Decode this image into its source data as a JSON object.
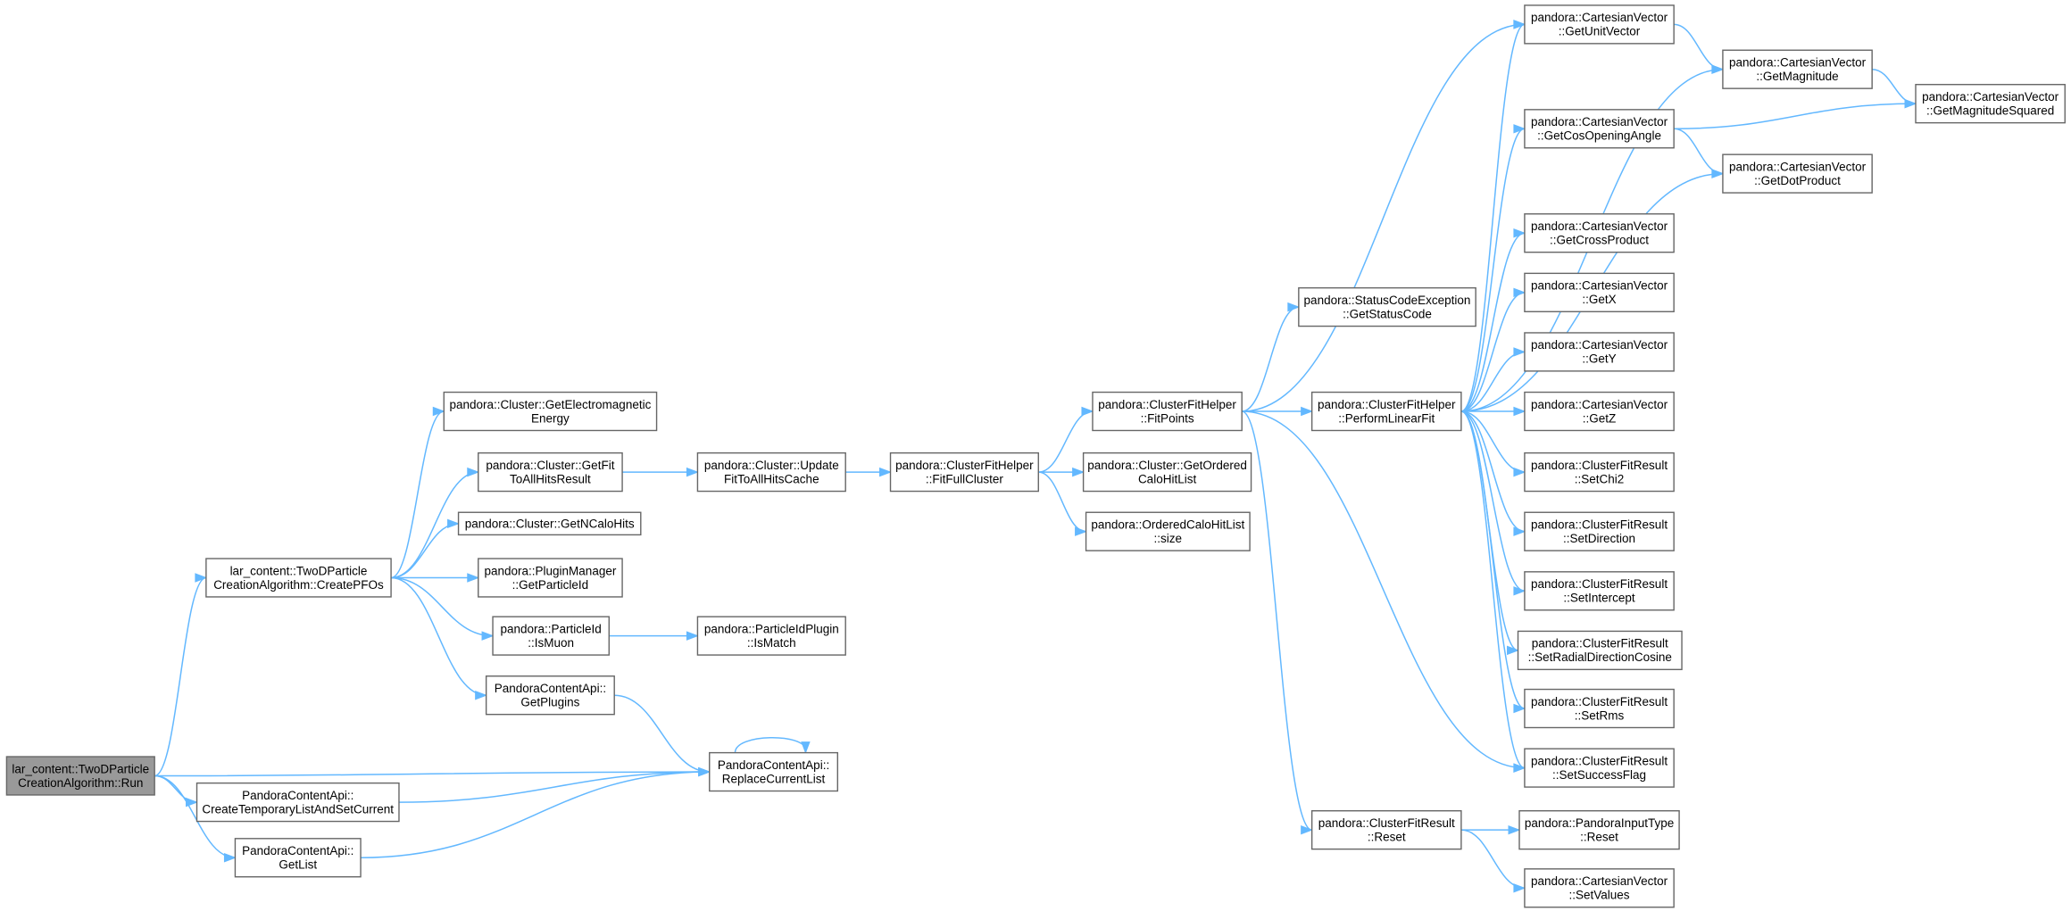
{
  "diagram": {
    "nodes": [
      {
        "id": "run",
        "lines": [
          "lar_content::TwoDParticle",
          "CreationAlgorithm::Run"
        ],
        "root": true
      },
      {
        "id": "create_pfos",
        "lines": [
          "lar_content::TwoDParticle",
          "CreationAlgorithm::CreatePFOs"
        ]
      },
      {
        "id": "create_temp",
        "lines": [
          "PandoraContentApi::",
          "CreateTemporaryListAndSetCurrent"
        ]
      },
      {
        "id": "get_list",
        "lines": [
          "PandoraContentApi::",
          "GetList"
        ]
      },
      {
        "id": "replace_list",
        "lines": [
          "PandoraContentApi::",
          "ReplaceCurrentList"
        ]
      },
      {
        "id": "get_em_energy",
        "lines": [
          "pandora::Cluster::GetElectromagnetic",
          "Energy"
        ]
      },
      {
        "id": "get_fit",
        "lines": [
          "pandora::Cluster::GetFit",
          "ToAllHitsResult"
        ]
      },
      {
        "id": "get_ncalo",
        "lines": [
          "pandora::Cluster::GetNCaloHits"
        ]
      },
      {
        "id": "get_pid",
        "lines": [
          "pandora::PluginManager",
          "::GetParticleId"
        ]
      },
      {
        "id": "is_muon",
        "lines": [
          "pandora::ParticleId",
          "::IsMuon"
        ]
      },
      {
        "id": "get_plugins",
        "lines": [
          "PandoraContentApi::",
          "GetPlugins"
        ]
      },
      {
        "id": "update_fit",
        "lines": [
          "pandora::Cluster::Update",
          "FitToAllHitsCache"
        ]
      },
      {
        "id": "is_match",
        "lines": [
          "pandora::ParticleIdPlugin",
          "::IsMatch"
        ]
      },
      {
        "id": "fit_full",
        "lines": [
          "pandora::ClusterFitHelper",
          "::FitFullCluster"
        ]
      },
      {
        "id": "fit_points",
        "lines": [
          "pandora::ClusterFitHelper",
          "::FitPoints"
        ]
      },
      {
        "id": "get_ordered",
        "lines": [
          "pandora::Cluster::GetOrdered",
          "CaloHitList"
        ]
      },
      {
        "id": "ordered_size",
        "lines": [
          "pandora::OrderedCaloHitList",
          "::size"
        ]
      },
      {
        "id": "get_status",
        "lines": [
          "pandora::StatusCodeException",
          "::GetStatusCode"
        ]
      },
      {
        "id": "linear_fit",
        "lines": [
          "pandora::ClusterFitHelper",
          "::PerformLinearFit"
        ]
      },
      {
        "id": "cfr_reset",
        "lines": [
          "pandora::ClusterFitResult",
          "::Reset"
        ]
      },
      {
        "id": "unit_vector",
        "lines": [
          "pandora::CartesianVector",
          "::GetUnitVector"
        ]
      },
      {
        "id": "cos_angle",
        "lines": [
          "pandora::CartesianVector",
          "::GetCosOpeningAngle"
        ]
      },
      {
        "id": "cross_product",
        "lines": [
          "pandora::CartesianVector",
          "::GetCrossProduct"
        ]
      },
      {
        "id": "get_x",
        "lines": [
          "pandora::CartesianVector",
          "::GetX"
        ]
      },
      {
        "id": "get_y",
        "lines": [
          "pandora::CartesianVector",
          "::GetY"
        ]
      },
      {
        "id": "get_z",
        "lines": [
          "pandora::CartesianVector",
          "::GetZ"
        ]
      },
      {
        "id": "set_chi2",
        "lines": [
          "pandora::ClusterFitResult",
          "::SetChi2"
        ]
      },
      {
        "id": "set_direction",
        "lines": [
          "pandora::ClusterFitResult",
          "::SetDirection"
        ]
      },
      {
        "id": "set_intercept",
        "lines": [
          "pandora::ClusterFitResult",
          "::SetIntercept"
        ]
      },
      {
        "id": "set_radial",
        "lines": [
          "pandora::ClusterFitResult",
          "::SetRadialDirectionCosine"
        ]
      },
      {
        "id": "set_rms",
        "lines": [
          "pandora::ClusterFitResult",
          "::SetRms"
        ]
      },
      {
        "id": "set_success",
        "lines": [
          "pandora::ClusterFitResult",
          "::SetSuccessFlag"
        ]
      },
      {
        "id": "input_reset",
        "lines": [
          "pandora::PandoraInputType",
          "::Reset"
        ]
      },
      {
        "id": "set_values",
        "lines": [
          "pandora::CartesianVector",
          "::SetValues"
        ]
      },
      {
        "id": "get_magnitude",
        "lines": [
          "pandora::CartesianVector",
          "::GetMagnitude"
        ]
      },
      {
        "id": "dot_product",
        "lines": [
          "pandora::CartesianVector",
          "::GetDotProduct"
        ]
      },
      {
        "id": "magnitude_sq",
        "lines": [
          "pandora::CartesianVector",
          "::GetMagnitudeSquared"
        ]
      }
    ],
    "edges": [
      [
        "run",
        "create_pfos"
      ],
      [
        "run",
        "replace_list"
      ],
      [
        "run",
        "create_temp"
      ],
      [
        "run",
        "get_list"
      ],
      [
        "create_pfos",
        "get_em_energy"
      ],
      [
        "create_pfos",
        "get_fit"
      ],
      [
        "create_pfos",
        "get_ncalo"
      ],
      [
        "create_pfos",
        "get_pid"
      ],
      [
        "create_pfos",
        "is_muon"
      ],
      [
        "create_pfos",
        "get_plugins"
      ],
      [
        "create_temp",
        "replace_list"
      ],
      [
        "get_list",
        "replace_list"
      ],
      [
        "get_plugins",
        "replace_list"
      ],
      [
        "replace_list",
        "replace_list"
      ],
      [
        "get_fit",
        "update_fit"
      ],
      [
        "is_muon",
        "is_match"
      ],
      [
        "update_fit",
        "fit_full"
      ],
      [
        "fit_full",
        "fit_points"
      ],
      [
        "fit_full",
        "get_ordered"
      ],
      [
        "fit_full",
        "ordered_size"
      ],
      [
        "fit_points",
        "get_status"
      ],
      [
        "fit_points",
        "linear_fit"
      ],
      [
        "fit_points",
        "unit_vector"
      ],
      [
        "fit_points",
        "cfr_reset"
      ],
      [
        "fit_points",
        "set_success"
      ],
      [
        "linear_fit",
        "unit_vector"
      ],
      [
        "linear_fit",
        "get_magnitude"
      ],
      [
        "linear_fit",
        "cos_angle"
      ],
      [
        "linear_fit",
        "dot_product"
      ],
      [
        "linear_fit",
        "cross_product"
      ],
      [
        "linear_fit",
        "get_x"
      ],
      [
        "linear_fit",
        "get_y"
      ],
      [
        "linear_fit",
        "get_z"
      ],
      [
        "linear_fit",
        "set_chi2"
      ],
      [
        "linear_fit",
        "set_direction"
      ],
      [
        "linear_fit",
        "set_intercept"
      ],
      [
        "linear_fit",
        "set_radial"
      ],
      [
        "linear_fit",
        "set_rms"
      ],
      [
        "linear_fit",
        "set_success"
      ],
      [
        "cfr_reset",
        "input_reset"
      ],
      [
        "cfr_reset",
        "set_values"
      ],
      [
        "unit_vector",
        "get_magnitude"
      ],
      [
        "cos_angle",
        "dot_product"
      ],
      [
        "cos_angle",
        "magnitude_sq"
      ],
      [
        "get_magnitude",
        "magnitude_sq"
      ]
    ]
  }
}
